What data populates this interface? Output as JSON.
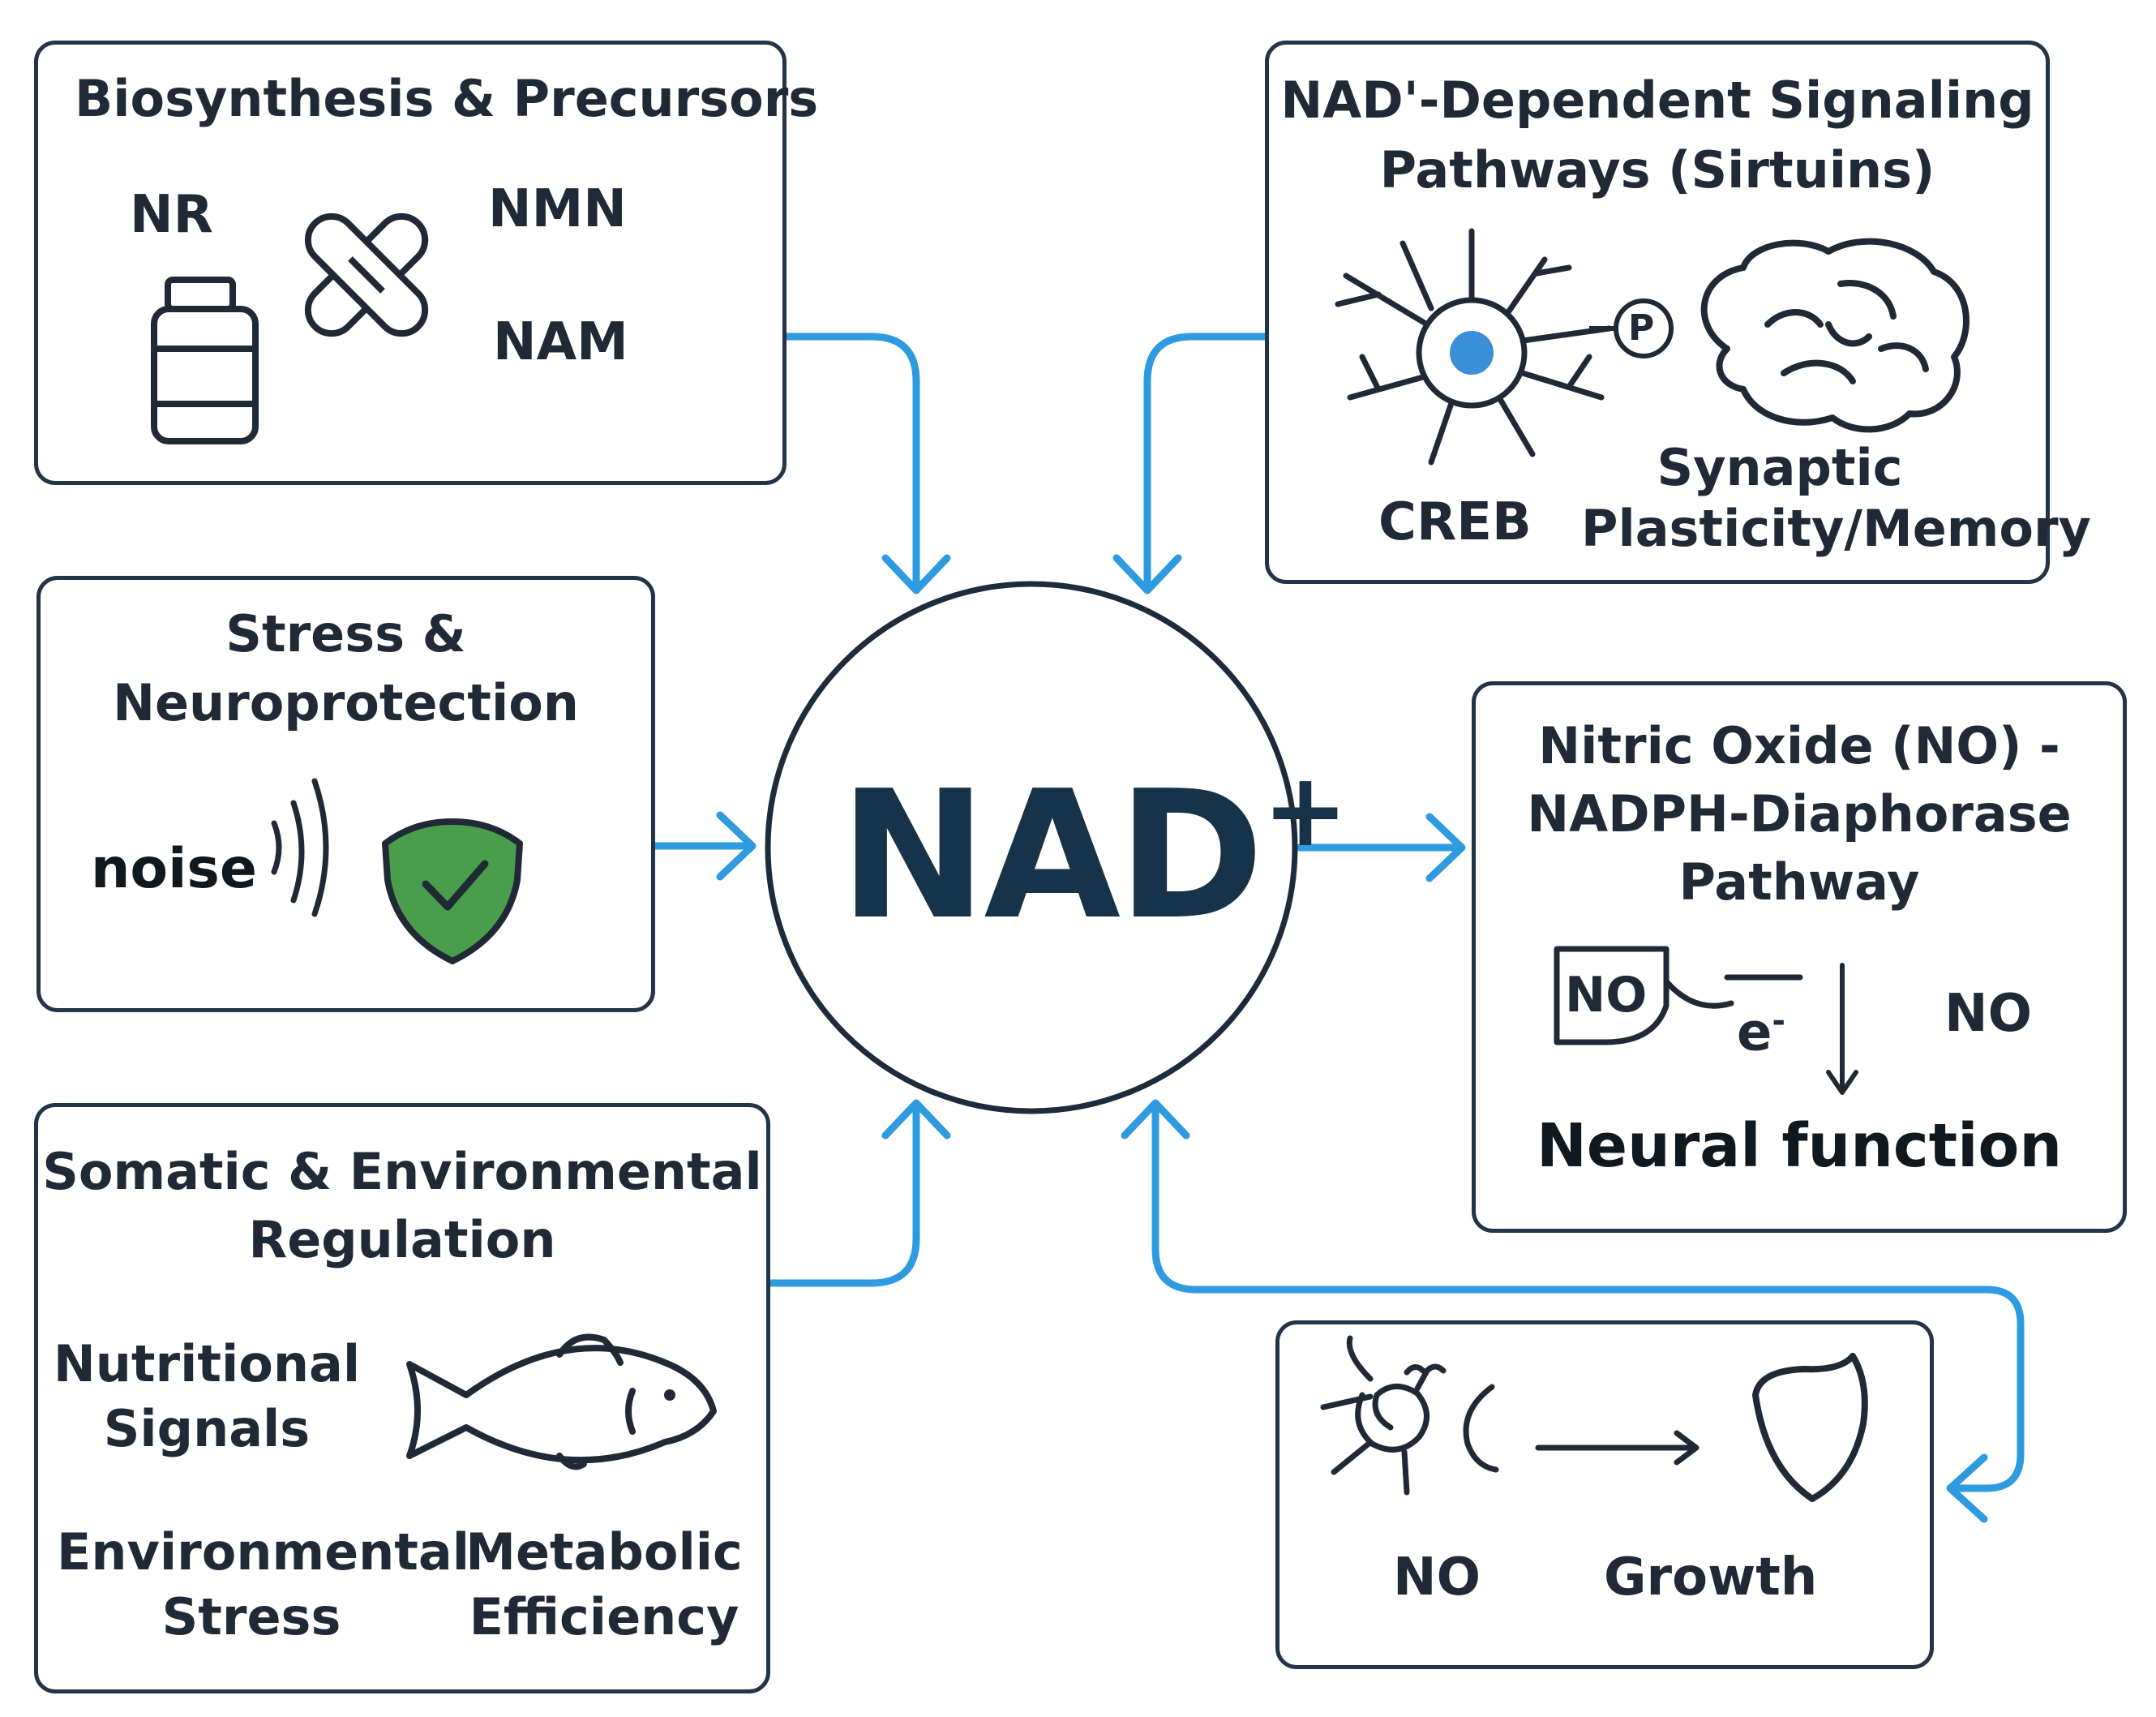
{
  "colors": {
    "panel_border": "#243447",
    "arrow": "#2e9be0",
    "text": "#1f2a36",
    "nad_text": "#173349",
    "shield_green": "#4a9d4a",
    "neuron_dot": "#3a8fd8"
  },
  "center": {
    "label": "NAD",
    "superscript": "+"
  },
  "biosynthesis": {
    "title": "Biosynthesis & Precursors",
    "items": [
      "NR",
      "NMN",
      "NAM"
    ],
    "icons": [
      "supplement-bottle-icon",
      "capsule-pills-icon"
    ]
  },
  "signaling": {
    "title_line1": "NAD'-Dependent Signaling",
    "title_line2": "Pathways (Sirtuins)",
    "phospho_label": "P",
    "creb_label": "CREB",
    "plasticity_line1": "Synaptic",
    "plasticity_line2": "Plasticity/Memory",
    "icons": [
      "neuron-icon",
      "phosphate-icon",
      "brain-icon"
    ]
  },
  "stress": {
    "title_line1": "Stress &",
    "title_line2": "Neuroprotection",
    "noise_label": "noise",
    "icons": [
      "sound-waves-icon",
      "shield-check-icon"
    ]
  },
  "nitric": {
    "title_line1": "Nitric Oxide (NO) -",
    "title_line2": "NADPH-Diaphorase",
    "title_line3": "Pathway",
    "box_label": "NO",
    "electron_label": "e",
    "electron_sup": "-",
    "no_label": "NO",
    "outcome": "Neural function",
    "icons": [
      "no-box-icon",
      "down-arrow-icon"
    ]
  },
  "somatic": {
    "title_line1": "Somatic & Environmental",
    "title_line2": "Regulation",
    "nutritional_line1": "Nutritional",
    "nutritional_line2": "Signals",
    "env_line1": "Environmental",
    "env_line2": "Stress",
    "metabolic_line1": "Metabolic",
    "metabolic_line2": "Efficiency",
    "icons": [
      "fish-icon"
    ]
  },
  "growth": {
    "no_label": "NO",
    "growth_label": "Growth",
    "icons": [
      "glial-cell-icon",
      "right-arrow-icon",
      "organ-icon"
    ]
  }
}
